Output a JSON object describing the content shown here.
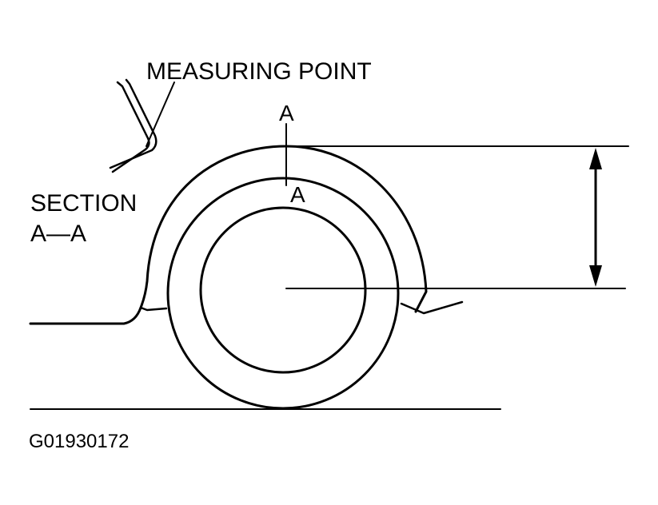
{
  "labels": {
    "measuring_point": "MEASURING POINT",
    "section_line1": "SECTION",
    "section_line2": "A—A",
    "section_marker_top": "A",
    "section_marker_bottom": "A",
    "figure_code": "G01930172"
  },
  "colors": {
    "line": "#000000",
    "background": "#ffffff"
  }
}
